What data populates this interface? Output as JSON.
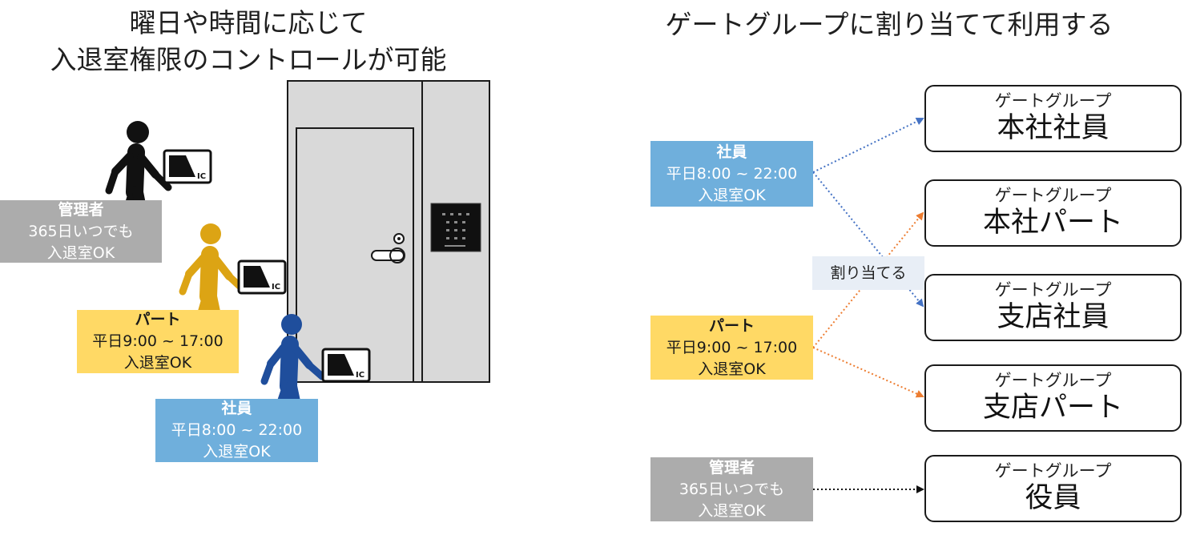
{
  "left_title": {
    "line1": "曜日や時間に応じて",
    "line2": "入退室権限のコントロールが可能"
  },
  "right_title": "ゲートグループに割り当てて利用する",
  "card_label": "IC",
  "left_roles": {
    "admin": {
      "name": "管理者",
      "line1": "365日いつでも",
      "line2": "入退室OK"
    },
    "part": {
      "name": "パート",
      "line1": "平日9:00 ~ 17:00",
      "line2": "入退室OK"
    },
    "employee": {
      "name": "社員",
      "line1": "平日8:00 ~ 22:00",
      "line2": "入退室OK"
    }
  },
  "right_roles": {
    "employee": {
      "name": "社員",
      "line1": "平日8:00 ~ 22:00",
      "line2": "入退室OK"
    },
    "part": {
      "name": "パート",
      "line1": "平日9:00 ~ 17:00",
      "line2": "入退室OK"
    },
    "admin": {
      "name": "管理者",
      "line1": "365日いつでも",
      "line2": "入退室OK"
    }
  },
  "assign_label": "割り当てる",
  "groups": [
    {
      "label": "ゲートグループ",
      "name": "本社社員"
    },
    {
      "label": "ゲートグループ",
      "name": "本社パート"
    },
    {
      "label": "ゲートグループ",
      "name": "支店社員"
    },
    {
      "label": "ゲートグループ",
      "name": "支店パート"
    },
    {
      "label": "ゲートグループ",
      "name": "役員"
    }
  ],
  "colors": {
    "admin": "#acacac",
    "part": "#ffd965",
    "employee": "#6fafdc",
    "employee_figure": "#1f4e9c",
    "part_figure": "#dca414",
    "admin_figure": "#111111",
    "employee_arrow": "#4472c4",
    "part_arrow": "#ed7d31",
    "admin_arrow": "#111111",
    "door": "#d9d9d9"
  }
}
